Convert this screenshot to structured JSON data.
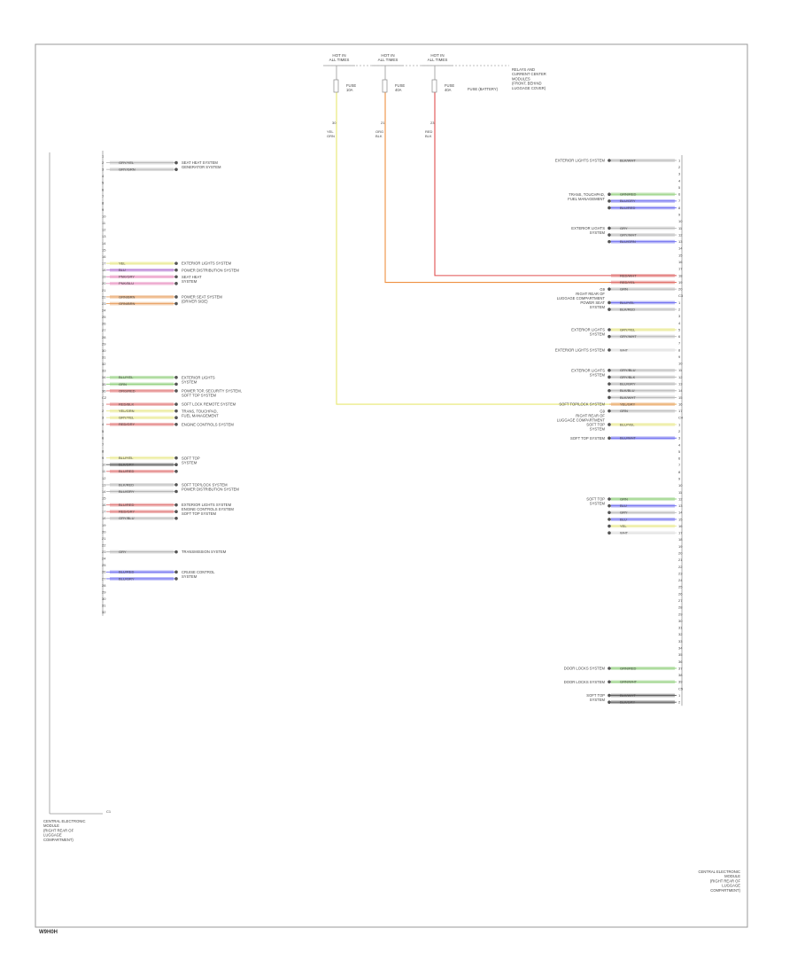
{
  "page": {
    "figure_code": "W9H0H",
    "colors": {
      "green": "#8fcf7a",
      "blue": "#6a6af0",
      "red": "#e07070",
      "orange": "#e8a060",
      "yellow": "#e8e88a",
      "pink": "#e890c0",
      "purple": "#b070d0",
      "brown": "#c8965a",
      "gray": "#b8b8b8",
      "black": "#555555",
      "white": "#dddddd",
      "fuse_red": "#e05050",
      "fuse_orange": "#ee9040",
      "fuse_yellow": "#e8e870"
    }
  },
  "fuses": [
    {
      "header": [
        "HOT IN",
        "ALL TIMES"
      ],
      "name": [
        "FUSE",
        "10A"
      ],
      "pin": "30",
      "wire": [
        "YEL",
        "GRN"
      ]
    },
    {
      "header": [
        "HOT IN",
        "ALL TIMES"
      ],
      "name": [
        "FUSE",
        "40A"
      ],
      "pin": "21",
      "wire": [
        "ORG",
        "BLK"
      ]
    },
    {
      "header": [
        "HOT IN",
        "ALL TIMES"
      ],
      "name": [
        "FUSE",
        "40A"
      ],
      "pin": "23",
      "wire": [
        "RED",
        "BLK"
      ]
    }
  ],
  "fuse_block": {
    "label": "FUSE (BATTERY)",
    "box_label": [
      "RELAYS AND",
      "CURRENT CENTER",
      "MODULES",
      "(FRONT, BEHIND",
      "LUGGAGE COVER)"
    ]
  },
  "left_connector": {
    "label": [
      "CENTRAL ELECTRONIC",
      "MODULE",
      "(RIGHT REAR OF",
      "LUGGAGE",
      "COMPARTMENT)"
    ],
    "footer": "C1"
  },
  "right_connector": {
    "label": [
      "CENTRAL ELECTRONIC",
      "MODULE",
      "(RIGHT REAR OF",
      "LUGGAGE",
      "COMPARTMENT)"
    ]
  },
  "left_pins": [
    {
      "pin": "1"
    },
    {
      "pin": "2",
      "wire": "GRY/YEL",
      "color": "gray",
      "dot": true,
      "system": [
        "SEAT HEAT SYSTEM",
        "GENERATOR SYSTEM"
      ],
      "group": true
    },
    {
      "pin": "3",
      "wire": "GRY/GRN",
      "color": "gray",
      "dot": true
    },
    {
      "pin": "4"
    },
    {
      "pin": "5"
    },
    {
      "pin": "6"
    },
    {
      "pin": "7"
    },
    {
      "pin": "8"
    },
    {
      "pin": "9"
    },
    {
      "pin": "10"
    },
    {
      "pin": "11"
    },
    {
      "pin": "12"
    },
    {
      "pin": "13"
    },
    {
      "pin": "14"
    },
    {
      "pin": "15"
    },
    {
      "pin": "16"
    },
    {
      "pin": "17",
      "wire": "YEL",
      "color": "yellow",
      "dot": true,
      "system": [
        "EXTERIOR LIGHTS SYSTEM"
      ]
    },
    {
      "pin": "18",
      "wire": "BLU",
      "color": "purple",
      "dot": true,
      "system": [
        "POWER DISTRIBUTION SYSTEM"
      ]
    },
    {
      "pin": "19",
      "wire": "PNK/GRY",
      "color": "pink",
      "dot": true,
      "system": [
        "SEAT HEAT",
        "SYSTEM"
      ]
    },
    {
      "pin": "20",
      "wire": "PNK/BLU",
      "color": "pink",
      "dot": true
    },
    {
      "pin": "21"
    },
    {
      "pin": "22",
      "wire": "GRN/BRN",
      "color": "orange",
      "dot": true,
      "system": [
        "POWER SEAT SYSTEM",
        "(DRIVER SIDE)"
      ]
    },
    {
      "pin": "23",
      "wire": "GRN/BRN",
      "color": "orange",
      "dot": true
    },
    {
      "pin": "24"
    },
    {
      "pin": "25"
    },
    {
      "pin": "26"
    },
    {
      "pin": "27"
    },
    {
      "pin": "28"
    },
    {
      "pin": "29"
    },
    {
      "pin": "30"
    },
    {
      "pin": "31"
    },
    {
      "pin": "32"
    },
    {
      "pin": "33"
    },
    {
      "pin": "34",
      "wire": "BLU/YEL",
      "color": "green",
      "dot": true,
      "system": [
        "EXTERIOR LIGHTS",
        "SYSTEM"
      ]
    },
    {
      "pin": "35",
      "wire": "GRN",
      "color": "green",
      "dot": true
    },
    {
      "pin": "36",
      "wire": "ORG/RED",
      "color": "red",
      "dot": true,
      "system": [
        "POWER TOP, SECURITY SYSTEM,",
        "SOFT TOP SYSTEM"
      ]
    },
    {
      "pin": "C2"
    },
    {
      "pin": "1",
      "wire": "RED/BLK",
      "color": "red",
      "dot": true,
      "system": [
        "SOFT LOCK REMOTE SYSTEM"
      ]
    },
    {
      "pin": "2",
      "wire": "YEL/GRN",
      "color": "yellow",
      "dot": true,
      "system": [
        "TRANS, TOUCHPAD,",
        "FUEL MANAGEMENT"
      ]
    },
    {
      "pin": "3",
      "wire": "GRY/YEL",
      "color": "yellow",
      "dot": true
    },
    {
      "pin": "4",
      "wire": "RED/GRY",
      "color": "red",
      "dot": true,
      "system": [
        "ENGINE CONTROLS SYSTEM"
      ]
    },
    {
      "pin": "5"
    },
    {
      "pin": "6"
    },
    {
      "pin": "7"
    },
    {
      "pin": "8"
    },
    {
      "pin": "9",
      "wire": "BLU/YEL",
      "color": "yellow",
      "dot": true,
      "system": [
        "SOFT TOP",
        "SYSTEM"
      ]
    },
    {
      "pin": "10",
      "wire": "BLK/GRY",
      "color": "black",
      "dot": true
    },
    {
      "pin": "11",
      "wire": "BLU/RED",
      "color": "red",
      "dot": true
    },
    {
      "pin": "12"
    },
    {
      "pin": "13",
      "wire": "BLK/RED",
      "color": "gray",
      "dot": true,
      "system": [
        "SOFT TOP/LOCK SYSTEM",
        "POWER DISTRIBUTION SYSTEM"
      ]
    },
    {
      "pin": "14",
      "wire": "BLU/GRY",
      "color": "gray",
      "dot": true
    },
    {
      "pin": "15"
    },
    {
      "pin": "16",
      "wire": "BLU/RED",
      "color": "red",
      "dot": true,
      "system": [
        "EXTERIOR LIGHTS SYSTEM",
        "ENGINE CONTROLS SYSTEM",
        "SOFT TOP SYSTEM"
      ]
    },
    {
      "pin": "17",
      "wire": "RED/GRY",
      "color": "red",
      "dot": true
    },
    {
      "pin": "18",
      "wire": "GRY/BLU",
      "color": "gray",
      "dot": true
    },
    {
      "pin": "19"
    },
    {
      "pin": "20"
    },
    {
      "pin": "21"
    },
    {
      "pin": "22"
    },
    {
      "pin": "23",
      "wire": "GRY",
      "color": "gray",
      "dot": true,
      "system": [
        "TRANSMISSION SYSTEM"
      ]
    },
    {
      "pin": "24"
    },
    {
      "pin": "25"
    },
    {
      "pin": "26",
      "wire": "BLU/RED",
      "color": "blue",
      "dot": true,
      "system": [
        "CRUISE CONTROL",
        "SYSTEM"
      ]
    },
    {
      "pin": "27",
      "wire": "BLU/GRY",
      "color": "blue",
      "dot": true
    },
    {
      "pin": "28"
    },
    {
      "pin": "29"
    },
    {
      "pin": "30"
    },
    {
      "pin": "31"
    },
    {
      "pin": "32"
    }
  ],
  "right_pins": [
    {
      "pin": "1",
      "wire": "BLK/WHT",
      "color": "gray",
      "dot": true,
      "system": [
        "EXTERIOR LIGHTS SYSTEM"
      ]
    },
    {
      "pin": "2"
    },
    {
      "pin": "3"
    },
    {
      "pin": "4"
    },
    {
      "pin": "5"
    },
    {
      "pin": "6",
      "wire": "GRN/RED",
      "color": "green",
      "dot": true,
      "system": [
        "TRANS, TOUCHPAD,",
        "FUEL MANAGEMENT"
      ]
    },
    {
      "pin": "7",
      "wire": "BLU/GRY",
      "color": "blue",
      "dot": true
    },
    {
      "pin": "8",
      "wire": "BLU/RED",
      "color": "blue",
      "dot": true
    },
    {
      "pin": "9"
    },
    {
      "pin": "10"
    },
    {
      "pin": "11",
      "wire": "GRY",
      "color": "gray",
      "dot": true,
      "system": [
        "EXTERIOR LIGHTS",
        "SYSTEM"
      ]
    },
    {
      "pin": "12",
      "wire": "GRY/WHT",
      "color": "gray",
      "dot": true
    },
    {
      "pin": "13",
      "wire": "BLU/GRN",
      "color": "blue",
      "dot": true
    },
    {
      "pin": "14"
    },
    {
      "pin": "15"
    },
    {
      "pin": "16"
    },
    {
      "pin": "17"
    },
    {
      "pin": "18",
      "wire": "RED/WHT",
      "color": "red",
      "feed": 3
    },
    {
      "pin": "19",
      "wire": "RED/YEL",
      "color": "red",
      "feed": 2
    },
    {
      "pin": "20",
      "wire": "GRN",
      "color": "gray",
      "dot": true,
      "system": [
        "G9",
        "RIGHT REAR OF",
        "LUGGAGE COMPARTMENT"
      ],
      "ground": true
    },
    {
      "pin": "C3"
    },
    {
      "pin": "1",
      "wire": "BLU/YEL",
      "color": "blue",
      "dot": true,
      "system": [
        "POWER SEAT",
        "SYSTEM"
      ]
    },
    {
      "pin": "2",
      "wire": "BLK/RED",
      "color": "gray",
      "dot": true
    },
    {
      "pin": "3"
    },
    {
      "pin": "4"
    },
    {
      "pin": "5",
      "wire": "GRY/YEL",
      "color": "yellow",
      "dot": true,
      "system": [
        "EXTERIOR LIGHTS",
        "SYSTEM"
      ]
    },
    {
      "pin": "6",
      "wire": "GRY/WHT",
      "color": "gray",
      "dot": true
    },
    {
      "pin": "7"
    },
    {
      "pin": "8",
      "wire": "WHT",
      "color": "white",
      "dot": true,
      "system": [
        "EXTERIOR LIGHTS SYSTEM"
      ]
    },
    {
      "pin": "9"
    },
    {
      "pin": "10"
    },
    {
      "pin": "11",
      "wire": "GRY/BLU",
      "color": "gray",
      "dot": true,
      "system": [
        "EXTERIOR LIGHTS",
        "SYSTEM"
      ]
    },
    {
      "pin": "12",
      "wire": "GRY/BLK",
      "color": "gray",
      "dot": true
    },
    {
      "pin": "13",
      "wire": "BLU/GRY",
      "color": "gray",
      "dot": true
    },
    {
      "pin": "14",
      "wire": "BLK/BLU",
      "color": "gray",
      "dot": true
    },
    {
      "pin": "15",
      "wire": "BLK/WHT",
      "color": "gray",
      "dot": true
    },
    {
      "pin": "16",
      "wire": "YEL/GRY",
      "color": "orange",
      "feed": 1,
      "system": [
        "SOFT TOP/LOCK SYSTEM"
      ]
    },
    {
      "pin": "17",
      "wire": "GRN",
      "color": "gray",
      "dot": true,
      "system": [
        "G9",
        "RIGHT REAR OF",
        "LUGGAGE COMPARTMENT"
      ],
      "ground": true
    },
    {
      "pin": "C4"
    },
    {
      "pin": "1",
      "wire": "BLU/YEL",
      "color": "yellow",
      "dot": true,
      "system": [
        "SOFT TOP",
        "SYSTEM"
      ]
    },
    {
      "pin": "2"
    },
    {
      "pin": "3",
      "wire": "BLU/WHT",
      "color": "blue",
      "dot": true,
      "system": [
        "SOFT TOP SYSTEM"
      ]
    },
    {
      "pin": "4"
    },
    {
      "pin": "5"
    },
    {
      "pin": "6"
    },
    {
      "pin": "7"
    },
    {
      "pin": "8"
    },
    {
      "pin": "9"
    },
    {
      "pin": "10"
    },
    {
      "pin": "11"
    },
    {
      "pin": "12",
      "wire": "GRN",
      "color": "green",
      "dot": true,
      "system": [
        "SOFT TOP",
        "SYSTEM"
      ]
    },
    {
      "pin": "13",
      "wire": "BLU",
      "color": "blue",
      "dot": true
    },
    {
      "pin": "14",
      "wire": "GRY",
      "color": "gray",
      "dot": true
    },
    {
      "pin": "15",
      "wire": "BLU",
      "color": "blue",
      "dot": true
    },
    {
      "pin": "16",
      "wire": "YEL",
      "color": "yellow",
      "dot": true
    },
    {
      "pin": "17",
      "wire": "WHT",
      "color": "white",
      "dot": true
    },
    {
      "pin": "18"
    },
    {
      "pin": "19"
    },
    {
      "pin": "20"
    },
    {
      "pin": "21"
    },
    {
      "pin": "22"
    },
    {
      "pin": "23"
    },
    {
      "pin": "24"
    },
    {
      "pin": "25"
    },
    {
      "pin": "26"
    },
    {
      "pin": "27"
    },
    {
      "pin": "28"
    },
    {
      "pin": "29"
    },
    {
      "pin": "30"
    },
    {
      "pin": "31"
    },
    {
      "pin": "32"
    },
    {
      "pin": "33"
    },
    {
      "pin": "34"
    },
    {
      "pin": "35"
    },
    {
      "pin": "36"
    },
    {
      "pin": "37",
      "wire": "GRN/RED",
      "color": "green",
      "dot": true,
      "system": [
        "DOOR LOCKS SYSTEM"
      ]
    },
    {
      "pin": "38"
    },
    {
      "pin": "39",
      "wire": "GRN/WHT",
      "color": "green",
      "dot": true,
      "system": [
        "DOOR LOCKS SYSTEM"
      ]
    },
    {
      "pin": "C5"
    },
    {
      "pin": "1",
      "wire": "BLK/WHT",
      "color": "black",
      "dot": true,
      "system": [
        "SOFT TOP",
        "SYSTEM"
      ]
    },
    {
      "pin": "2",
      "wire": "BLK/GRY",
      "color": "black",
      "dot": true
    }
  ]
}
